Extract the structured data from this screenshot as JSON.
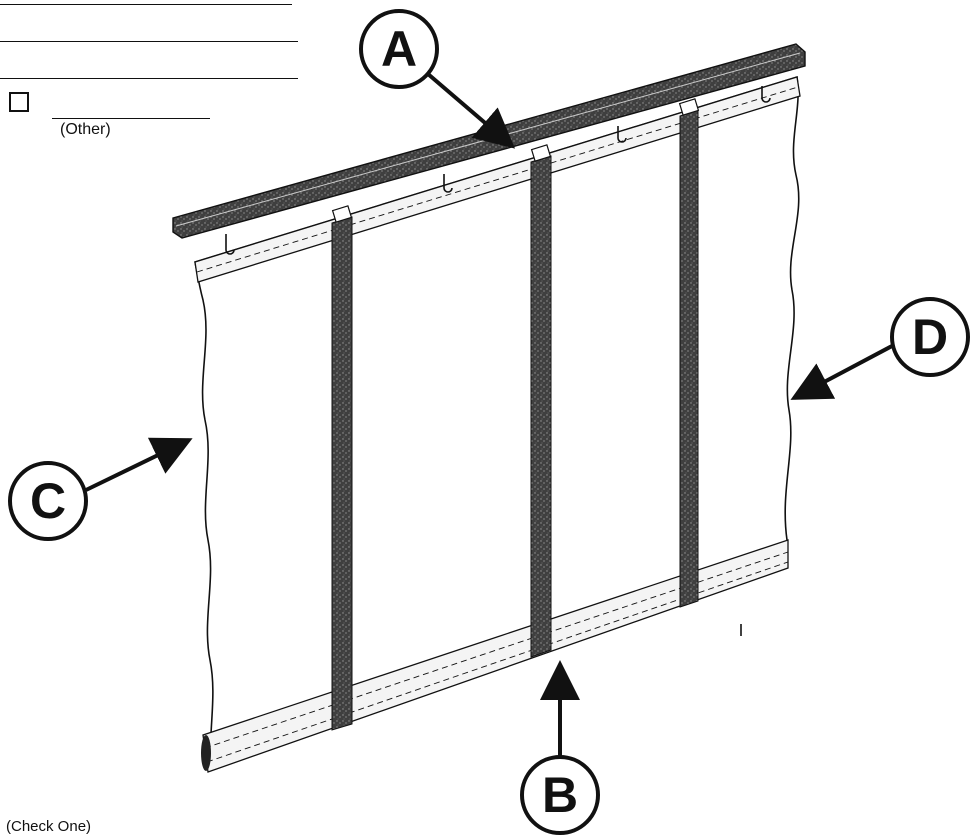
{
  "form": {
    "other_label": "(Other)",
    "check_one_label": "(Check One)"
  },
  "callouts": {
    "a": "A",
    "b": "B",
    "c": "C",
    "d": "D"
  },
  "colors": {
    "ink": "#111111",
    "strap": "#4a4a4a",
    "rail": "#555555"
  }
}
